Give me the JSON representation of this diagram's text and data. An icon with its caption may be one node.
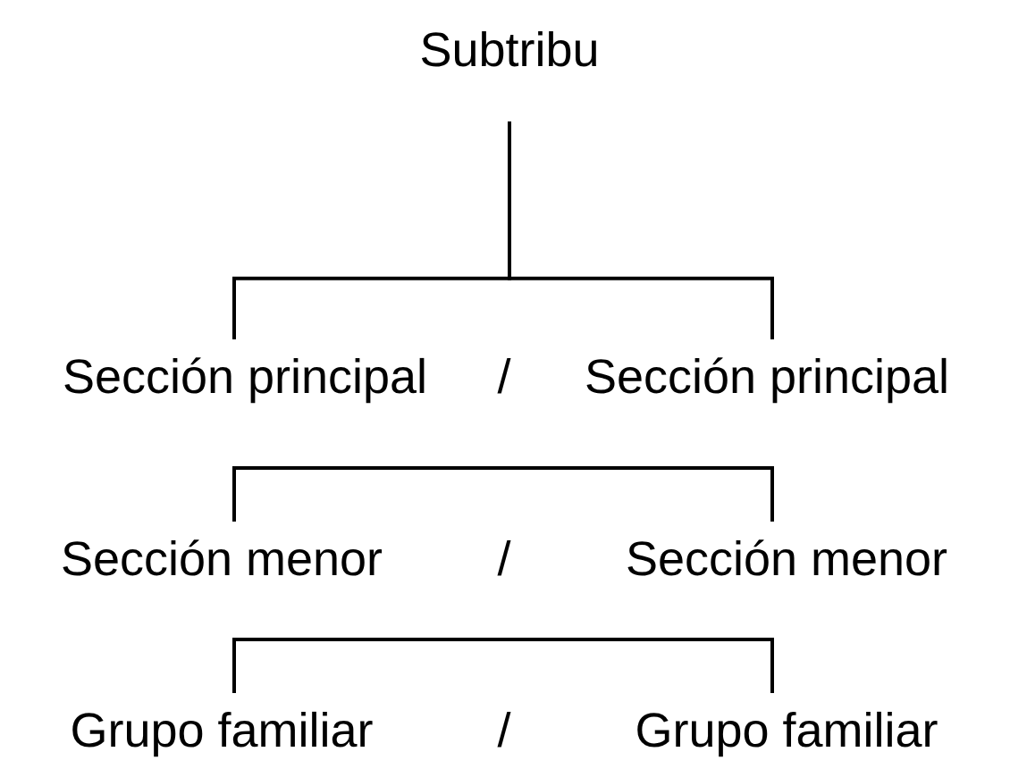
{
  "diagram": {
    "nodes": [
      {
        "text": [
          "Subtribu"
        ]
      },
      {
        "text": [
          "Sección principal"
        ]
      },
      {
        "text": [
          "Sección principal"
        ]
      },
      {
        "text": [
          "Sección menor"
        ]
      },
      {
        "text": [
          "Sección menor"
        ]
      },
      {
        "text": [
          "Grupo familiar"
        ]
      },
      {
        "text": [
          "Grupo familiar"
        ]
      }
    ],
    "edges": [
      {
        "from": 0,
        "to": 1,
        "arrow": "none"
      },
      {
        "from": 0,
        "to": 2,
        "arrow": "none"
      },
      {
        "from": 3,
        "to": 4,
        "arrow": "none"
      },
      {
        "from": 5,
        "to": 6,
        "arrow": "none"
      }
    ],
    "labels": [
      "/",
      "/",
      "/"
    ]
  }
}
